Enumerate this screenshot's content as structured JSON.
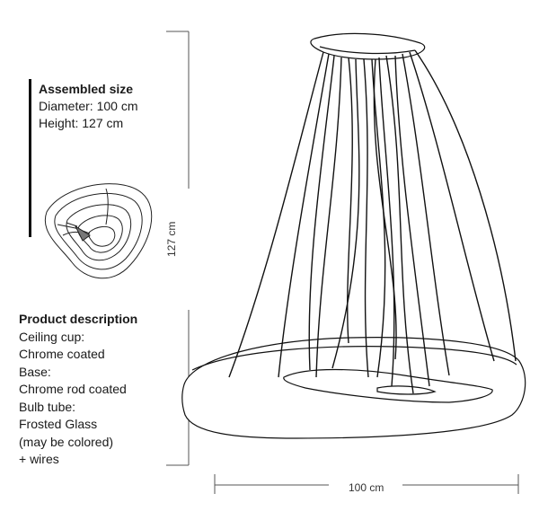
{
  "assembled": {
    "title": "Assembled size",
    "diameter": "Diameter: 100 cm",
    "height": "Height: 127 cm"
  },
  "description": {
    "title": "Product description",
    "lines": [
      "Ceiling cup:",
      "Chrome coated",
      "Base:",
      "Chrome  rod coated",
      "Bulb tube:",
      "Frosted Glass",
      "(may be colored)",
      "+ wires"
    ]
  },
  "dimensions": {
    "height_label": "127 cm",
    "width_label": "100 cm"
  }
}
